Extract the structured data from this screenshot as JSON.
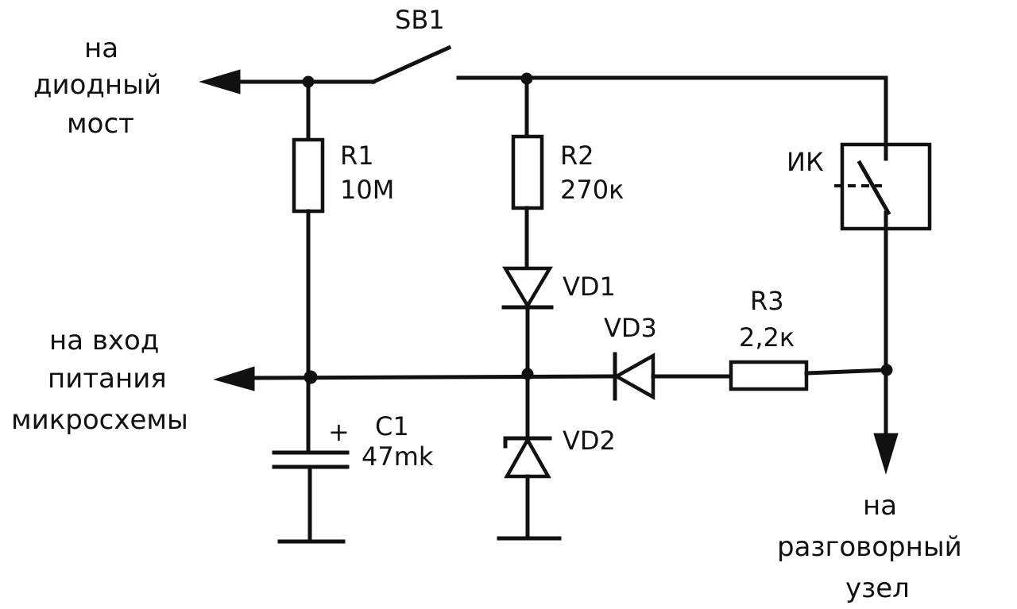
{
  "labels": {
    "sb1": "SB1",
    "r1_ref": "R1",
    "r1_val": "10M",
    "r2_ref": "R2",
    "r2_val": "270к",
    "ik": "ИК",
    "vd1": "VD1",
    "vd3": "VD3",
    "r3_ref": "R3",
    "r3_val": "2,2к",
    "c1_ref": "C1",
    "c1_val": "47mk",
    "c1_plus": "+",
    "vd2": "VD2"
  },
  "notes": {
    "bridge": [
      "на",
      "диодный",
      "мост"
    ],
    "chip_power": [
      "на вход",
      "питания",
      "микросхемы"
    ],
    "talk_unit": [
      "на",
      "разговорный",
      "узел"
    ]
  }
}
